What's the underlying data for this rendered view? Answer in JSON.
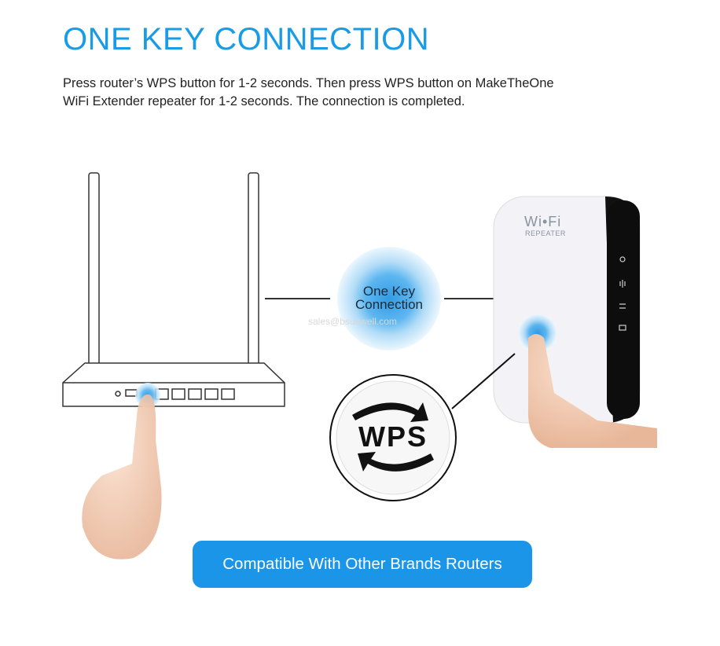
{
  "header": {
    "title": "ONE KEY CONNECTION",
    "description_line1": "Press router’s WPS button for 1-2 seconds. Then press WPS button on MakeTheOne",
    "description_line2": "WiFi Extender repeater for 1-2 seconds. The connection is completed."
  },
  "center": {
    "line1": "One Key",
    "line2": "Connection",
    "watermark": "sales@bsunwell.com"
  },
  "repeater": {
    "logo": "Wi•Fi",
    "label": "REPEATER",
    "indicator_icons": [
      "power-icon",
      "wireless-signal-icon",
      "transfer-arrows-icon",
      "lan-port-icon"
    ]
  },
  "wps_badge": {
    "label": "WPS"
  },
  "footer": {
    "compat_label": "Compatible With Other Brands Routers"
  },
  "colors": {
    "accent": "#1a9be6",
    "button": "#1a95e8"
  }
}
